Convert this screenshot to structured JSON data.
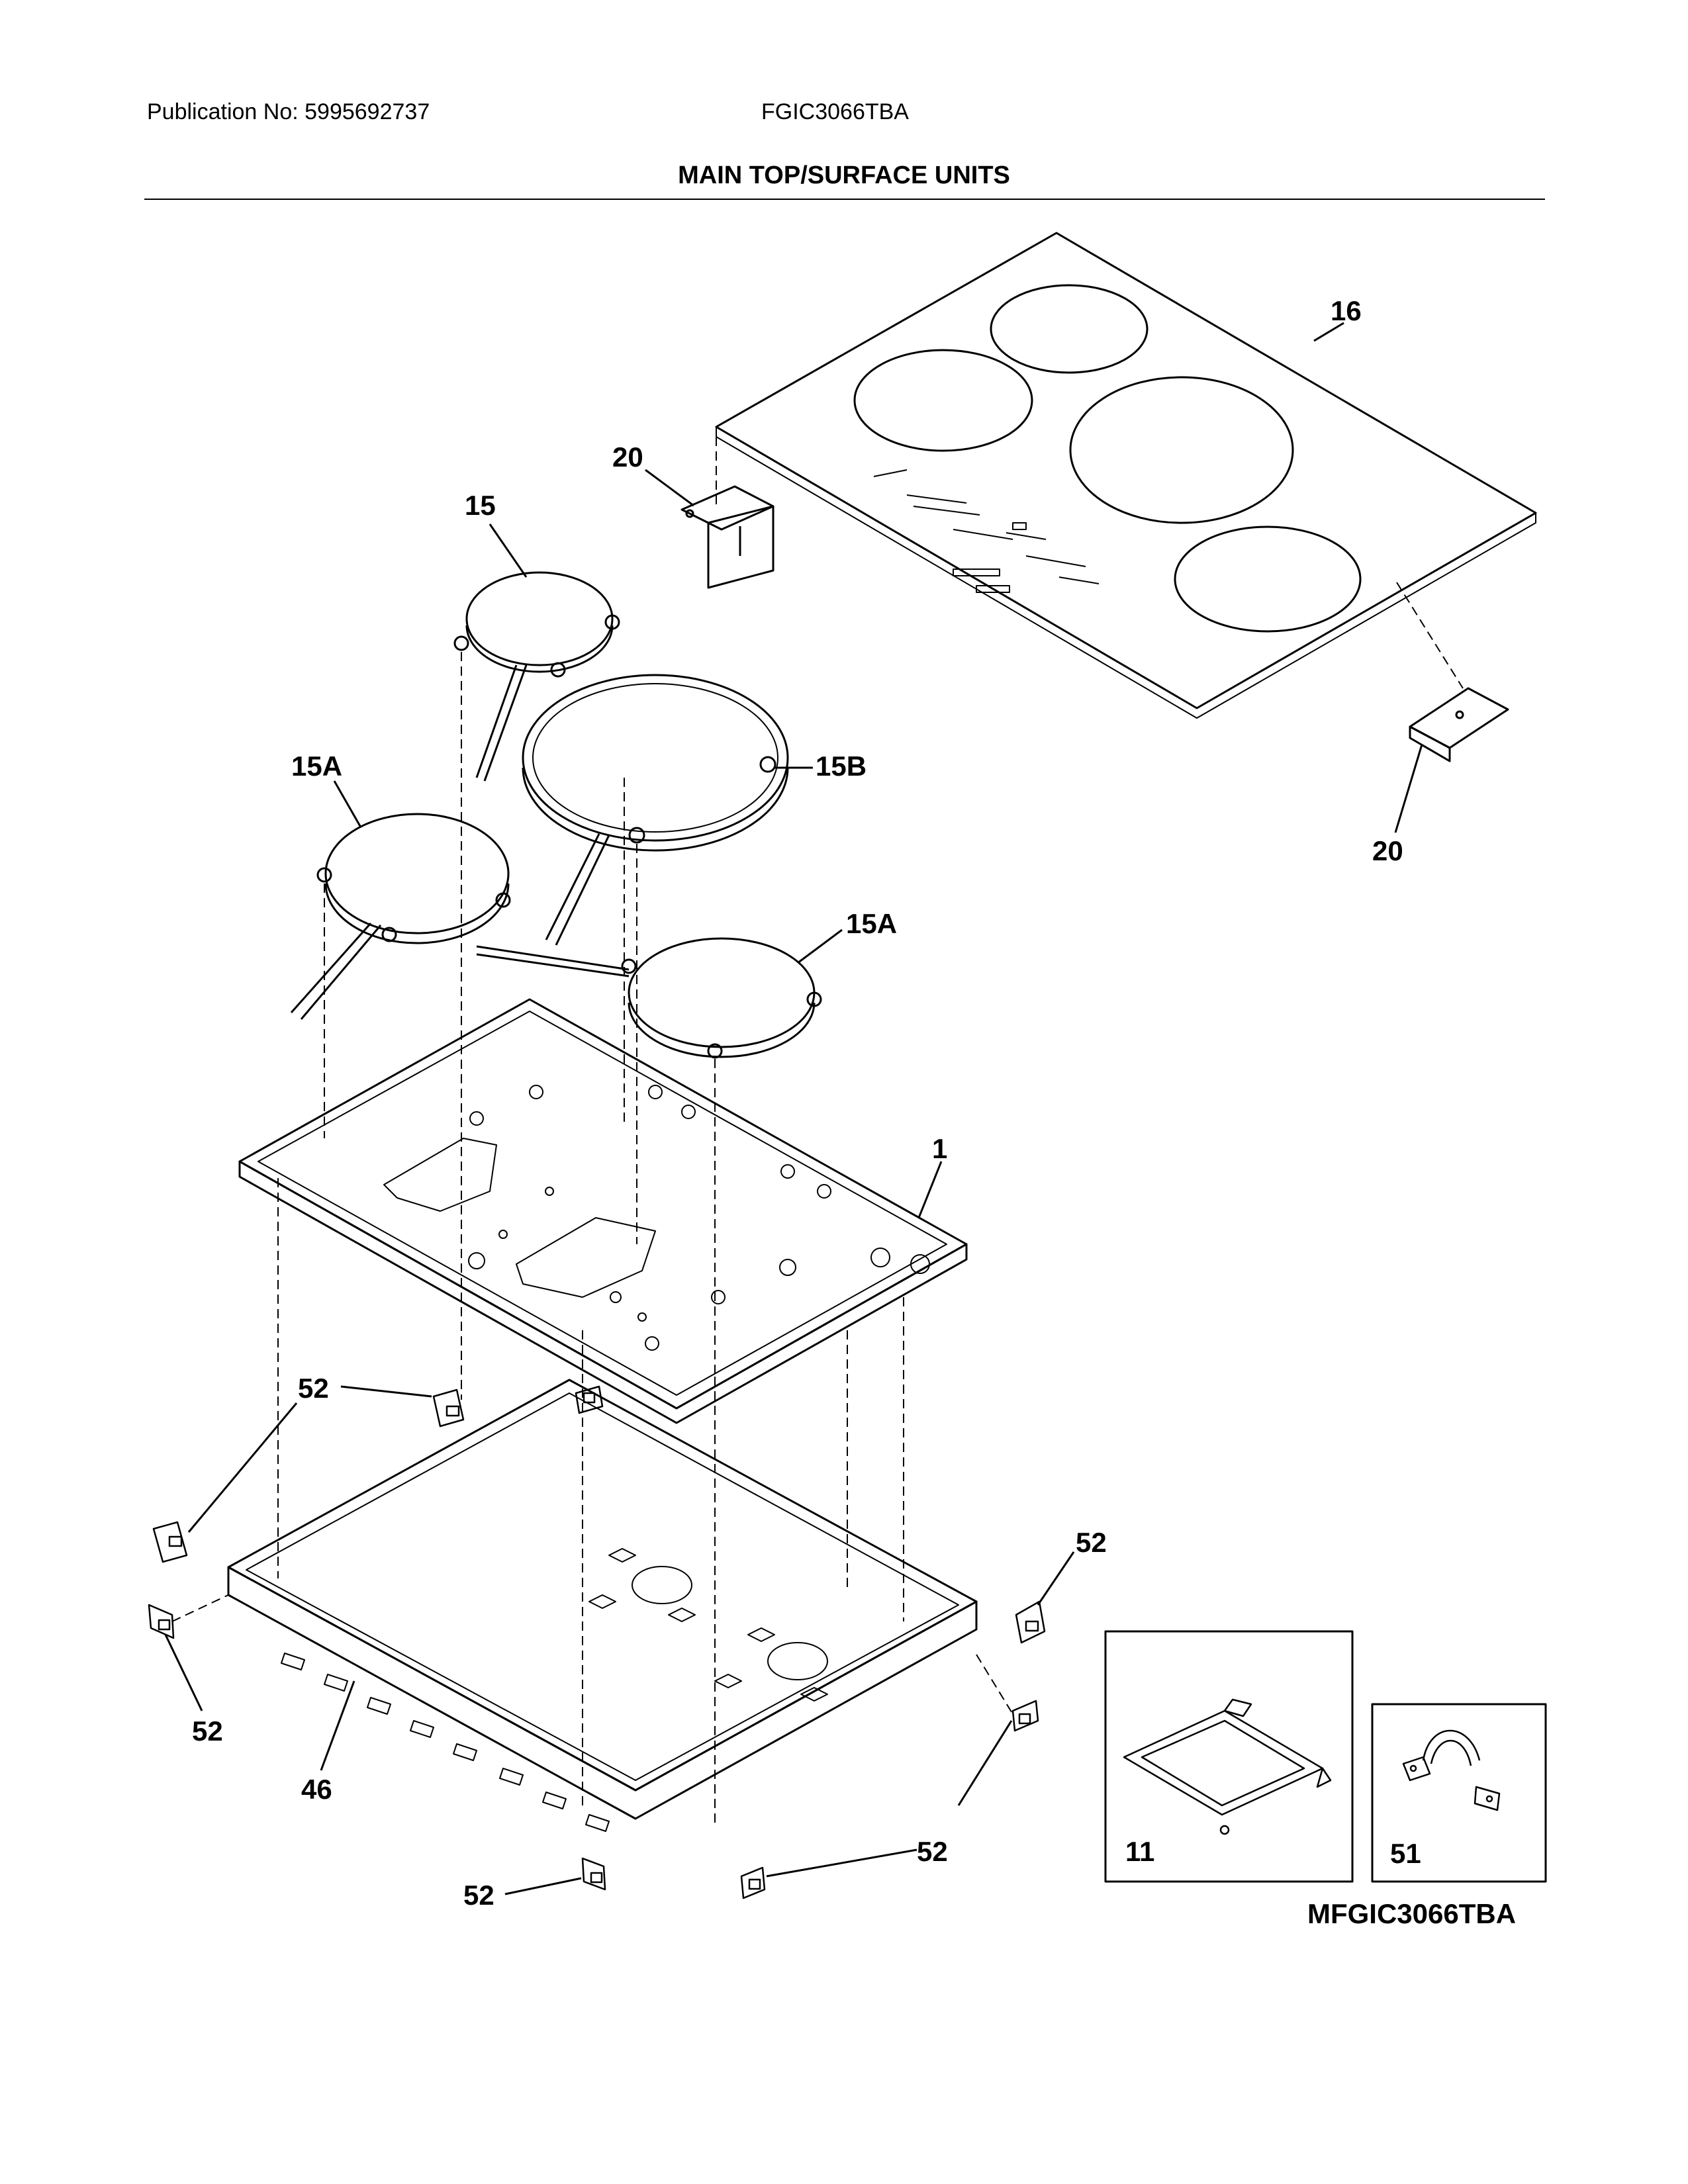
{
  "header": {
    "publication": "Publication No: 5995692737",
    "model": "FGIC3066TBA",
    "section_title": "MAIN TOP/SURFACE UNITS"
  },
  "callouts": {
    "glass_top": "16",
    "bracket_left": "20",
    "bracket_right": "20",
    "element_rear": "15",
    "element_large": "15B",
    "element_left": "15A",
    "element_right": "15A",
    "top_frame": "1",
    "box": "46",
    "clip_a": "52",
    "clip_b": "52",
    "clip_c": "52",
    "clip_d": "52",
    "clip_e": "52",
    "clip_f": "52",
    "clip_g": "52",
    "inset_bracket": "11",
    "inset_clamp": "51"
  },
  "drawing_id": "MFGIC3066TBA"
}
